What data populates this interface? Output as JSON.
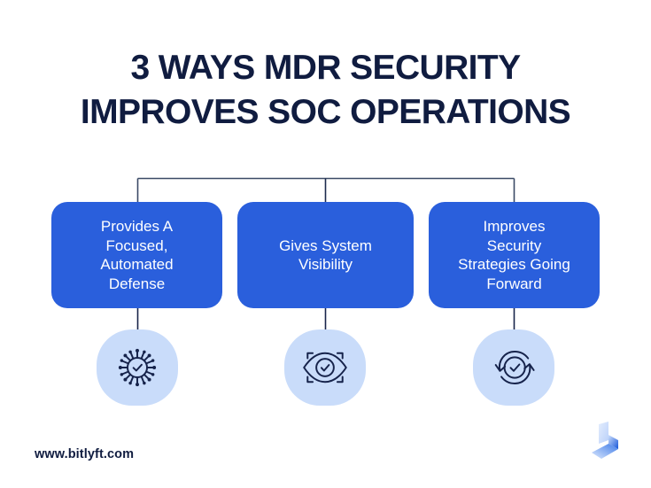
{
  "page": {
    "background_color": "#ffffff",
    "accent_blue": "#2a5fdc",
    "dark_navy": "#101c40",
    "light_blue": "#c9dcfa"
  },
  "title": {
    "line1": "3 WAYS MDR SECURITY",
    "line2": "IMPROVES SOC OPERATIONS",
    "color": "#101c40"
  },
  "cards": [
    {
      "id": "card-1",
      "text": "Provides A\nFocused,\nAutomated\nDefense",
      "icon_name": "circuit-check-icon",
      "background_color": "#2a5fdc",
      "text_color": "#ffffff"
    },
    {
      "id": "card-2",
      "text": "Gives System\nVisibility",
      "icon_name": "eye-scan-check-icon",
      "background_color": "#2a5fdc",
      "text_color": "#ffffff"
    },
    {
      "id": "card-3",
      "text": "Improves\nSecurity\nStrategies Going\nForward",
      "icon_name": "refresh-cycle-check-icon",
      "background_color": "#2a5fdc",
      "text_color": "#ffffff"
    }
  ],
  "footer": {
    "url": "www.bitlyft.com",
    "logo_name": "bitlyft-logo"
  }
}
